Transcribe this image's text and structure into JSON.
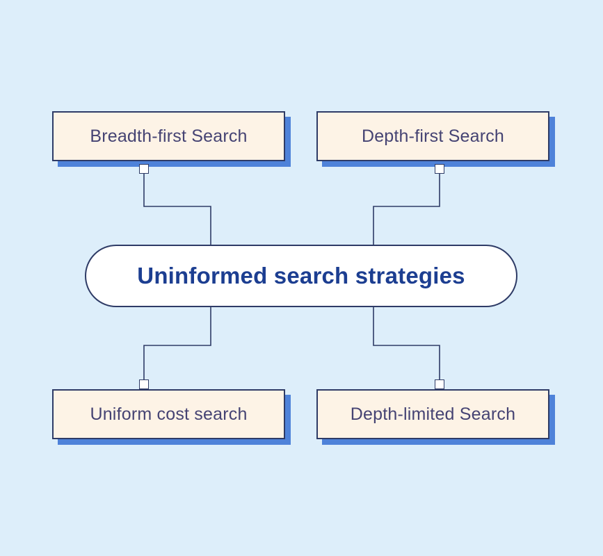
{
  "diagram": {
    "title": "Uninformed search strategies",
    "nodes": [
      {
        "id": "breadth-first-search",
        "label": "Breadth-first Search",
        "position": "top-left"
      },
      {
        "id": "depth-first-search",
        "label": "Depth-first Search",
        "position": "top-right"
      },
      {
        "id": "uniform-cost-search",
        "label": "Uniform cost search",
        "position": "bottom-left"
      },
      {
        "id": "depth-limited-search",
        "label": "Depth-limited Search",
        "position": "bottom-right"
      }
    ],
    "colors": {
      "background": "#ddeefa",
      "node_fill": "#fdf3e6",
      "node_border": "#2e3b66",
      "node_shadow": "#4e82d9",
      "node_text": "#454373",
      "pill_fill": "#ffffff",
      "pill_text": "#1c3e91",
      "connector_line": "#2e3b66"
    }
  }
}
